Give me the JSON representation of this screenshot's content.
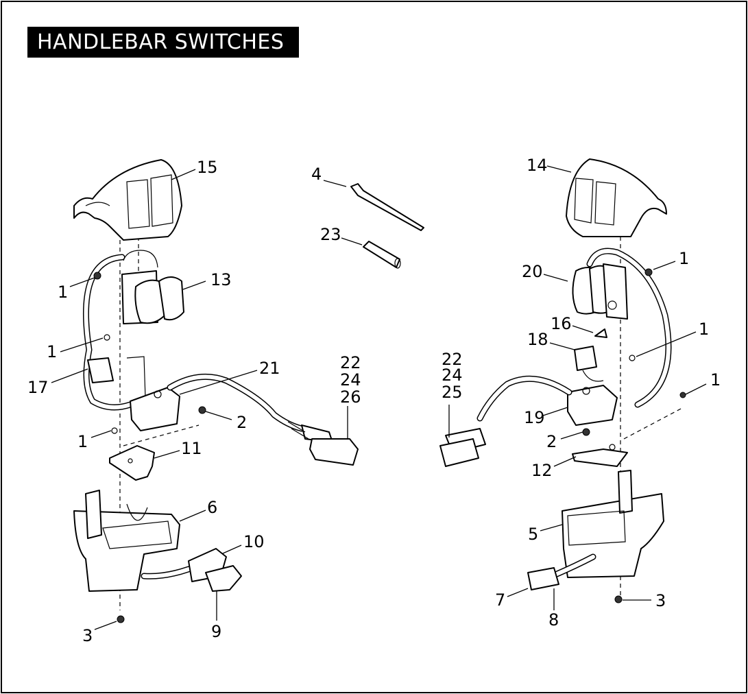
{
  "title": "HANDLEBAR SWITCHES",
  "callouts": {
    "c1a": "1",
    "c1b": "1",
    "c1c": "1",
    "c1d": "1",
    "c1e": "1",
    "c1f": "1",
    "c2a": "2",
    "c2b": "2",
    "c3a": "3",
    "c3b": "3",
    "c4": "4",
    "c5": "5",
    "c6": "6",
    "c7": "7",
    "c8": "8",
    "c9": "9",
    "c10": "10",
    "c11": "11",
    "c12": "12",
    "c13": "13",
    "c14": "14",
    "c15": "15",
    "c16": "16",
    "c17": "17",
    "c18": "18",
    "c19": "19",
    "c20": "20",
    "c21": "21",
    "c23": "23",
    "stackLeft": [
      "22",
      "24",
      "26"
    ],
    "stackRight": [
      "22",
      "24",
      "25"
    ]
  }
}
